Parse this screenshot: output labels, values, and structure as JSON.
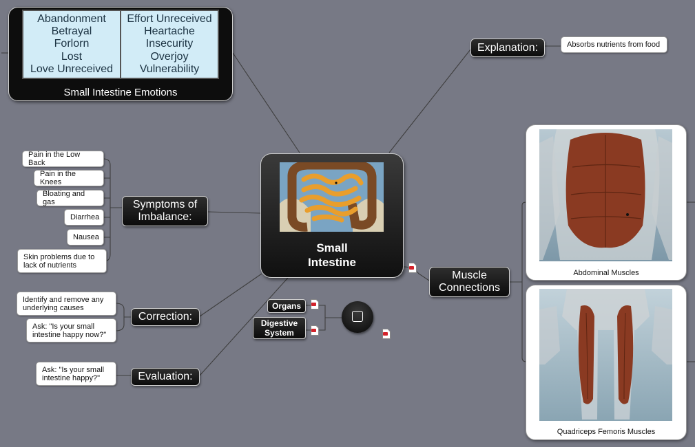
{
  "emotions": {
    "column_left": [
      "Abandonment",
      "Betrayal",
      "Forlorn",
      "Lost",
      "Love Unreceived"
    ],
    "column_right": [
      "Effort Unreceived",
      "Heartache",
      "Insecurity",
      "Overjoy",
      "Vulnerability"
    ],
    "caption": "Small Intestine Emotions"
  },
  "center": {
    "title_line1": "Small",
    "title_line2": "Intestine",
    "image": "small-intestine-illustration"
  },
  "explanation": {
    "label": "Explanation:",
    "detail": "Absorbs nutrients from food"
  },
  "symptoms": {
    "label_line1": "Symptoms of",
    "label_line2": "Imbalance:",
    "items": [
      "Pain in the Low Back",
      "Pain in the Knees",
      "Bloating and gas",
      "Diarrhea",
      "Nausea",
      "Skin problems due to lack of nutrients"
    ]
  },
  "correction": {
    "label": "Correction:",
    "items": [
      "Identify and remove any underlying causes",
      "Ask: \"Is your small intestine happy now?\""
    ]
  },
  "evaluation": {
    "label": "Evaluation:",
    "items": [
      "Ask: \"Is your small intestine happy?\""
    ]
  },
  "muscles": {
    "label_line1": "Muscle",
    "label_line2": "Connections",
    "cards": [
      {
        "caption": "Abdominal Muscles",
        "image": "abdominal-muscles-illustration"
      },
      {
        "caption": "Quadriceps Femoris Muscles",
        "image": "quadriceps-muscles-illustration"
      }
    ]
  },
  "links": {
    "organs": "Organs",
    "digestive_line1": "Digestive",
    "digestive_line2": "System"
  },
  "icons": [
    "pdf-icon",
    "hub-icon"
  ],
  "colors": {
    "background": "#777985",
    "node_dark": "#111111",
    "emotion_cell": "#d2ecf7",
    "muscle": "#8a3a22"
  }
}
